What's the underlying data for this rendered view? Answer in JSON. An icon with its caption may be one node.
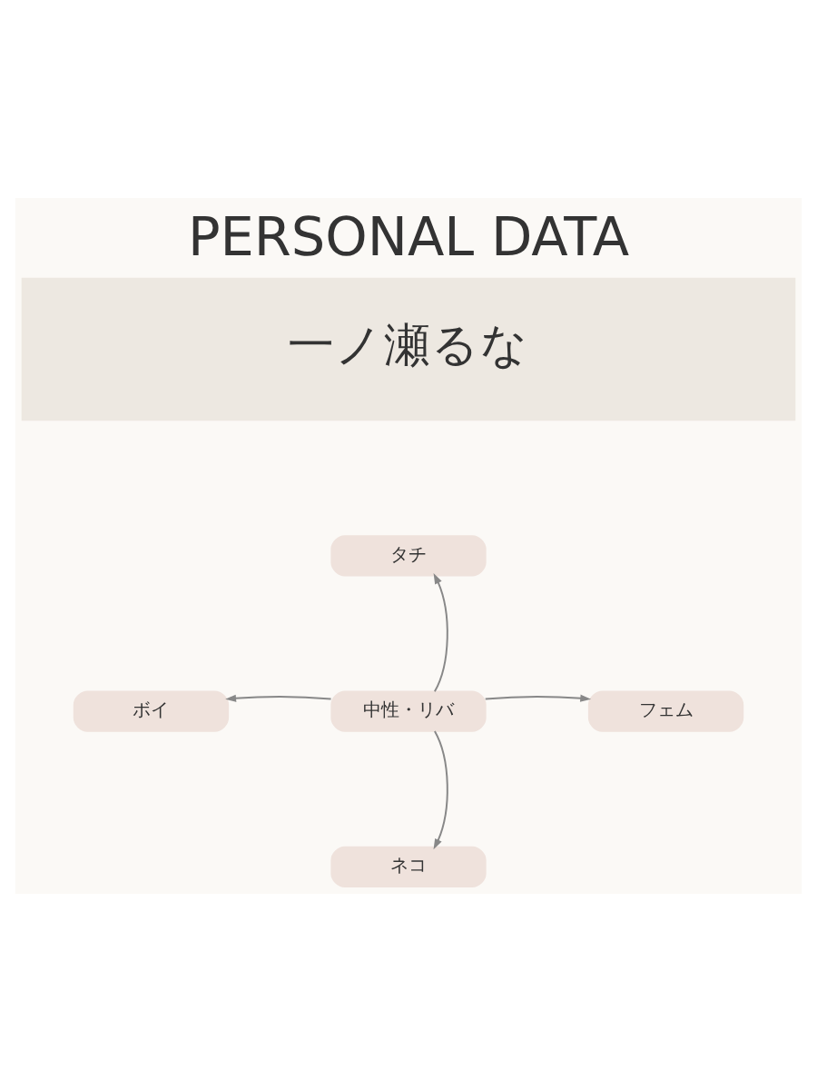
{
  "diagram": {
    "title": "PERSONAL DATA",
    "nodes": [
      {
        "text": [
          "一ノ瀬るな"
        ]
      },
      {
        "text": [
          "タチ"
        ]
      },
      {
        "text": [
          "ボイ"
        ]
      },
      {
        "text": [
          "中性・リバ"
        ]
      },
      {
        "text": [
          "フェム"
        ]
      },
      {
        "text": [
          "ネコ"
        ]
      }
    ],
    "edges": [
      {
        "from": 3,
        "to": 1,
        "arrow": "to"
      },
      {
        "from": 3,
        "to": 2,
        "arrow": "to"
      },
      {
        "from": 3,
        "to": 4,
        "arrow": "to"
      },
      {
        "from": 3,
        "to": 5,
        "arrow": "to"
      }
    ]
  }
}
